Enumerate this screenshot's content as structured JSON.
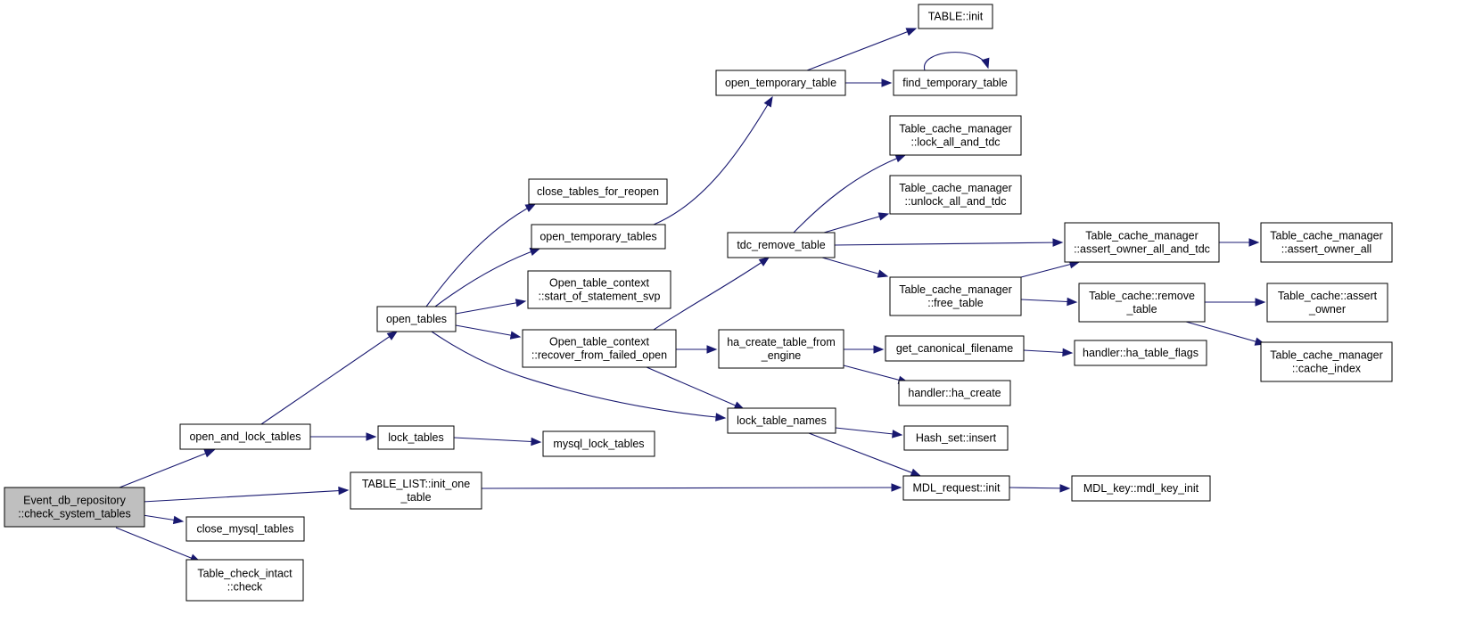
{
  "nodes": [
    {
      "id": "root",
      "lines": [
        "Event_db_repository",
        "::check_system_tables"
      ],
      "root": true
    },
    {
      "id": "open_and_lock_tables",
      "lines": [
        "open_and_lock_tables"
      ]
    },
    {
      "id": "table_list_init_one_table",
      "lines": [
        "TABLE_LIST::init_one",
        "_table"
      ]
    },
    {
      "id": "close_mysql_tables",
      "lines": [
        "close_mysql_tables"
      ]
    },
    {
      "id": "table_check_intact_check",
      "lines": [
        "Table_check_intact",
        "::check"
      ]
    },
    {
      "id": "open_tables",
      "lines": [
        "open_tables"
      ]
    },
    {
      "id": "lock_tables",
      "lines": [
        "lock_tables"
      ]
    },
    {
      "id": "mysql_lock_tables",
      "lines": [
        "mysql_lock_tables"
      ]
    },
    {
      "id": "close_tables_for_reopen",
      "lines": [
        "close_tables_for_reopen"
      ]
    },
    {
      "id": "open_temporary_tables",
      "lines": [
        "open_temporary_tables"
      ]
    },
    {
      "id": "otc_start_of_statement_svp",
      "lines": [
        "Open_table_context",
        "::start_of_statement_svp"
      ]
    },
    {
      "id": "otc_recover_from_failed_open",
      "lines": [
        "Open_table_context",
        "::recover_from_failed_open"
      ]
    },
    {
      "id": "open_temporary_table",
      "lines": [
        "open_temporary_table"
      ]
    },
    {
      "id": "table_init",
      "lines": [
        "TABLE::init"
      ]
    },
    {
      "id": "find_temporary_table",
      "lines": [
        "find_temporary_table"
      ]
    },
    {
      "id": "tdc_remove_table",
      "lines": [
        "tdc_remove_table"
      ]
    },
    {
      "id": "ha_create_table_from_engine",
      "lines": [
        "ha_create_table_from",
        "_engine"
      ]
    },
    {
      "id": "lock_table_names",
      "lines": [
        "lock_table_names"
      ]
    },
    {
      "id": "tcm_lock_all_and_tdc",
      "lines": [
        "Table_cache_manager",
        "::lock_all_and_tdc"
      ]
    },
    {
      "id": "tcm_unlock_all_and_tdc",
      "lines": [
        "Table_cache_manager",
        "::unlock_all_and_tdc"
      ]
    },
    {
      "id": "tcm_free_table",
      "lines": [
        "Table_cache_manager",
        "::free_table"
      ]
    },
    {
      "id": "tcm_assert_owner_all_and_tdc",
      "lines": [
        "Table_cache_manager",
        "::assert_owner_all_and_tdc"
      ]
    },
    {
      "id": "tcm_assert_owner_all",
      "lines": [
        "Table_cache_manager",
        "::assert_owner_all"
      ]
    },
    {
      "id": "table_cache_remove_table",
      "lines": [
        "Table_cache::remove",
        "_table"
      ]
    },
    {
      "id": "table_cache_assert_owner",
      "lines": [
        "Table_cache::assert",
        "_owner"
      ]
    },
    {
      "id": "tcm_cache_index",
      "lines": [
        "Table_cache_manager",
        "::cache_index"
      ]
    },
    {
      "id": "get_canonical_filename",
      "lines": [
        "get_canonical_filename"
      ]
    },
    {
      "id": "handler_ha_table_flags",
      "lines": [
        "handler::ha_table_flags"
      ]
    },
    {
      "id": "handler_ha_create",
      "lines": [
        "handler::ha_create"
      ]
    },
    {
      "id": "hash_set_insert",
      "lines": [
        "Hash_set::insert"
      ]
    },
    {
      "id": "mdl_request_init",
      "lines": [
        "MDL_request::init"
      ]
    },
    {
      "id": "mdl_key_mdl_key_init",
      "lines": [
        "MDL_key::mdl_key_init"
      ]
    }
  ],
  "edges": [
    {
      "from": "root",
      "to": "open_and_lock_tables"
    },
    {
      "from": "root",
      "to": "table_list_init_one_table"
    },
    {
      "from": "root",
      "to": "close_mysql_tables"
    },
    {
      "from": "root",
      "to": "table_check_intact_check"
    },
    {
      "from": "open_and_lock_tables",
      "to": "open_tables"
    },
    {
      "from": "open_and_lock_tables",
      "to": "lock_tables"
    },
    {
      "from": "lock_tables",
      "to": "mysql_lock_tables"
    },
    {
      "from": "table_list_init_one_table",
      "to": "mdl_request_init"
    },
    {
      "from": "open_tables",
      "to": "close_tables_for_reopen"
    },
    {
      "from": "open_tables",
      "to": "open_temporary_tables"
    },
    {
      "from": "open_tables",
      "to": "otc_start_of_statement_svp"
    },
    {
      "from": "open_tables",
      "to": "otc_recover_from_failed_open"
    },
    {
      "from": "open_tables",
      "to": "lock_table_names"
    },
    {
      "from": "open_temporary_tables",
      "to": "open_temporary_table"
    },
    {
      "from": "open_temporary_table",
      "to": "table_init"
    },
    {
      "from": "open_temporary_table",
      "to": "find_temporary_table"
    },
    {
      "from": "find_temporary_table",
      "to": "find_temporary_table"
    },
    {
      "from": "otc_recover_from_failed_open",
      "to": "tdc_remove_table"
    },
    {
      "from": "otc_recover_from_failed_open",
      "to": "ha_create_table_from_engine"
    },
    {
      "from": "otc_recover_from_failed_open",
      "to": "lock_table_names"
    },
    {
      "from": "tdc_remove_table",
      "to": "tcm_lock_all_and_tdc"
    },
    {
      "from": "tdc_remove_table",
      "to": "tcm_unlock_all_and_tdc"
    },
    {
      "from": "tdc_remove_table",
      "to": "tcm_assert_owner_all_and_tdc"
    },
    {
      "from": "tdc_remove_table",
      "to": "tcm_free_table"
    },
    {
      "from": "tcm_free_table",
      "to": "tcm_assert_owner_all_and_tdc"
    },
    {
      "from": "tcm_free_table",
      "to": "table_cache_remove_table"
    },
    {
      "from": "tcm_assert_owner_all_and_tdc",
      "to": "tcm_assert_owner_all"
    },
    {
      "from": "table_cache_remove_table",
      "to": "table_cache_assert_owner"
    },
    {
      "from": "table_cache_remove_table",
      "to": "tcm_cache_index"
    },
    {
      "from": "ha_create_table_from_engine",
      "to": "get_canonical_filename"
    },
    {
      "from": "ha_create_table_from_engine",
      "to": "handler_ha_create"
    },
    {
      "from": "get_canonical_filename",
      "to": "handler_ha_table_flags"
    },
    {
      "from": "lock_table_names",
      "to": "hash_set_insert"
    },
    {
      "from": "lock_table_names",
      "to": "mdl_request_init"
    },
    {
      "from": "mdl_request_init",
      "to": "mdl_key_mdl_key_init"
    }
  ]
}
